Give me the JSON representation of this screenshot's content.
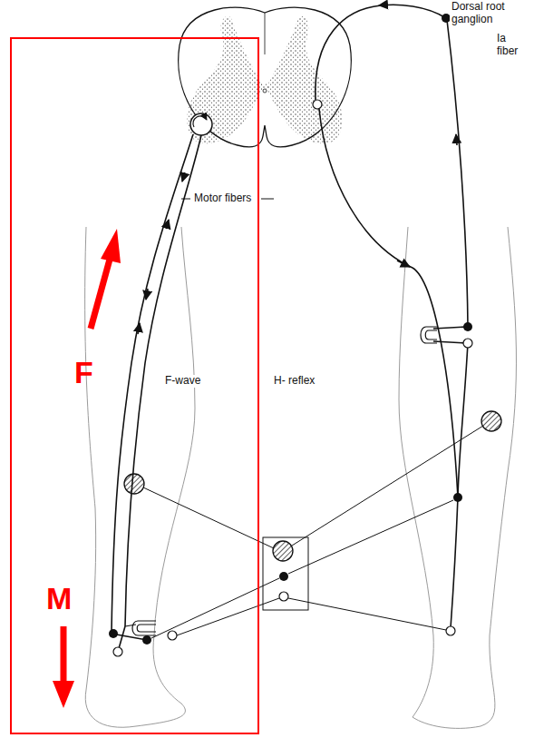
{
  "diagram": {
    "labels": [
      "Dorsal root ganglion",
      "Ia fiber",
      "Motor fibers",
      "F-wave",
      "H- reflex",
      "F",
      "M"
    ]
  }
}
